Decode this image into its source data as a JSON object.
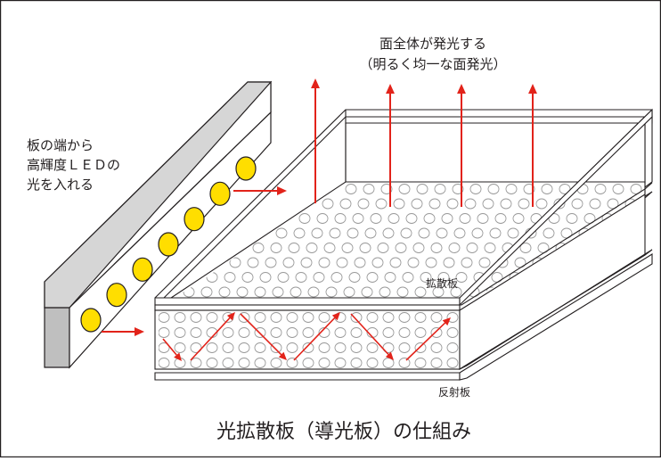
{
  "diagram": {
    "top_caption_line1": "面全体が発光する",
    "top_caption_line2": "（明るく均一な面発光）",
    "led_caption_line1": "板の端から",
    "led_caption_line2": "高輝度ＬＥＤの",
    "led_caption_line3": "光を入れる",
    "diffuser_label": "拡散板",
    "reflector_label": "反射板",
    "title": "光拡散板（導光板）の仕組み"
  },
  "colors": {
    "arrow": "#e2231a",
    "led_fill": "#ffde00",
    "bar_face": "#ffffff",
    "bar_side": "#bfbfbf",
    "line": "#231f20",
    "dot": "#9a9a9a"
  },
  "led_count": 7
}
